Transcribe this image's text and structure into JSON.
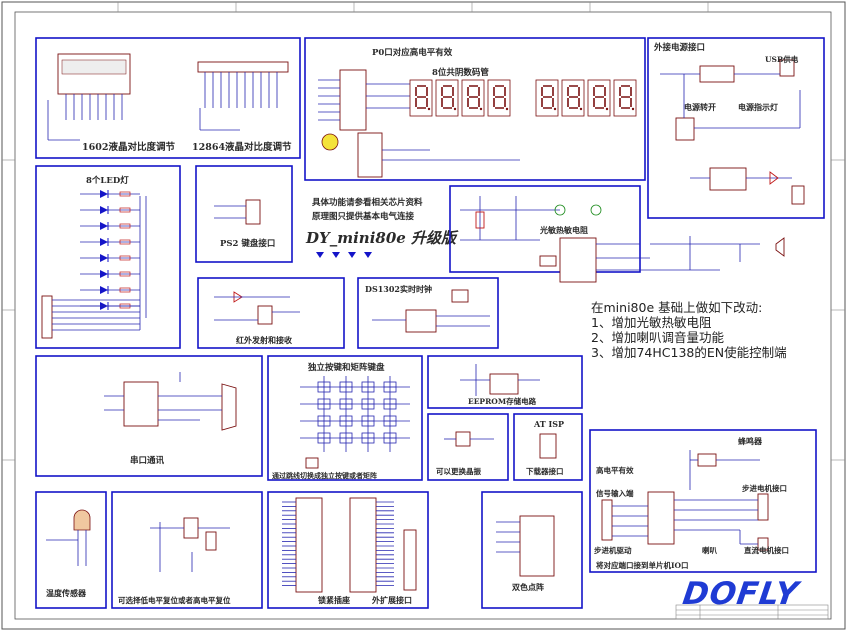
{
  "title": {
    "main": "DY_mini80e 升级版",
    "line1": "具体功能请参看相关芯片资料",
    "line2": "原理图只提供基本电气连接"
  },
  "blocks": {
    "lcd": "1602液晶对比度调节",
    "lcd12864": "12864液晶对比度调节",
    "p0": "P0口对应高电平有效",
    "seg": "8位共阴数码管",
    "power": "外接电源接口",
    "usb": "USB供电",
    "power_sw": "电源转开",
    "power_led": "电源指示灯",
    "leds": "8个LED灯",
    "ps2": "PS2 键盘接口",
    "light": "光敏热敏电阻",
    "ir": "红外发射和接收",
    "rtc": "DS1302实时时钟",
    "uart": "串口通讯",
    "keypad": "独立按键和矩阵键盘",
    "keypad_note": "通过跳线切换成独立按键或者矩阵",
    "eeprom": "EEPROM存储电路",
    "crystal": "可以更换晶振",
    "isp_title": "AT ISP",
    "isp": "下载器接口",
    "buzzer": "蜂鸣器",
    "hi_level": "高电平有效",
    "signal_in": "信号输入端",
    "stepper": "步进电机接口",
    "stepper_drv": "步进机驱动",
    "speaker": "喇叭",
    "dc_motor": "直流电机接口",
    "motor_note": "将对应端口接到单片机IO口",
    "temp": "温度传感器",
    "reset": "可选择低电平复位或者高电平复位",
    "mcu": "锁紧插座",
    "expand": "外扩展接口",
    "matrix": "双色点阵"
  },
  "note": {
    "heading": "在mini80e 基础上做如下改动:",
    "items": [
      "1、增加光敏热敏电阻",
      "2、增加喇叭调音量功能",
      "3、增加74HC138的EN使能控制端"
    ]
  },
  "logo": "DOFLY",
  "seven_segment": {
    "digits": 8,
    "value": "8.8.8.8.8.8.8.8."
  }
}
